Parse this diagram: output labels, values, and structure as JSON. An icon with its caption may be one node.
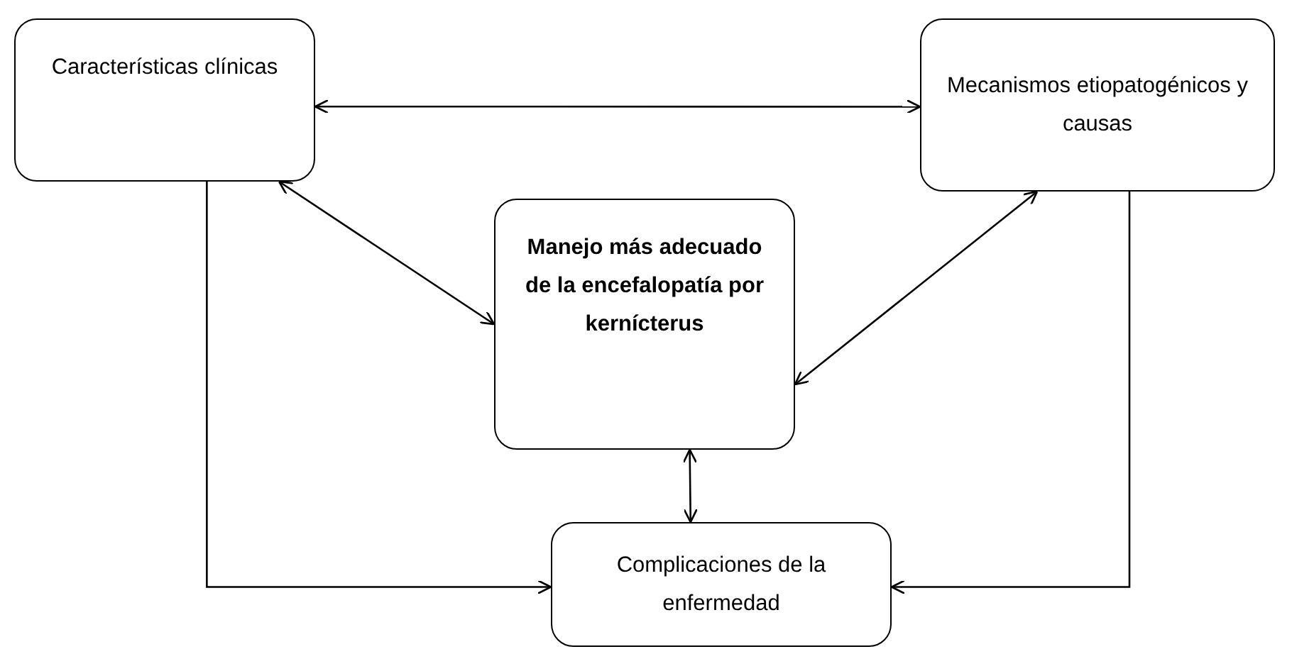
{
  "diagram": {
    "nodes": [
      {
        "text": [
          "Características clínicas"
        ]
      },
      {
        "text": [
          "Mecanismos etiopatogénicos y causas"
        ]
      },
      {
        "text": [
          "Manejo más adecuado de la encefalopatía por kernícterus"
        ]
      },
      {
        "text": [
          "Complicaciones de la enfermedad"
        ]
      }
    ],
    "edges": [
      {
        "from": 0,
        "to": 1,
        "arrow": "both"
      },
      {
        "from": 0,
        "to": 2,
        "arrow": "both"
      },
      {
        "from": 1,
        "to": 2,
        "arrow": "both"
      },
      {
        "from": 2,
        "to": 3,
        "arrow": "both"
      },
      {
        "from": 0,
        "to": 3,
        "arrow": "to"
      },
      {
        "from": 1,
        "to": 3,
        "arrow": "to"
      }
    ]
  }
}
